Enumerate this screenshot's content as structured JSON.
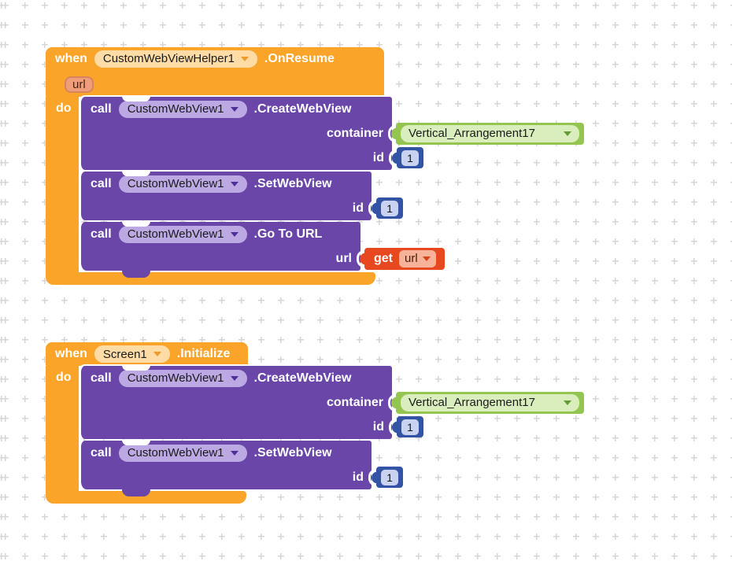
{
  "workspace": {
    "background": "#ffffff",
    "grid_color": "#d6d6d6"
  },
  "colors": {
    "event_block": "#faa42a",
    "method_block": "#6a46a8",
    "component_block": "#94c550",
    "number_block": "#3353a4",
    "getter_block": "#e84820"
  },
  "stacks": [
    {
      "when": "when",
      "component": "CustomWebViewHelper1",
      "event": ".OnResume",
      "param": "url",
      "do": "do",
      "calls": [
        {
          "call": "call",
          "component": "CustomWebView1",
          "method": ".CreateWebView",
          "args": [
            {
              "label": "container",
              "component": "Vertical_Arrangement17"
            },
            {
              "label": "id",
              "number": "1"
            }
          ]
        },
        {
          "call": "call",
          "component": "CustomWebView1",
          "method": ".SetWebView",
          "args": [
            {
              "label": "id",
              "number": "1"
            }
          ]
        },
        {
          "call": "call",
          "component": "CustomWebView1",
          "method": ".Go To URL",
          "args": [
            {
              "label": "url",
              "get": "get",
              "variable": "url"
            }
          ]
        }
      ]
    },
    {
      "when": "when",
      "component": "Screen1",
      "event": ".Initialize",
      "do": "do",
      "calls": [
        {
          "call": "call",
          "component": "CustomWebView1",
          "method": ".CreateWebView",
          "args": [
            {
              "label": "container",
              "component": "Vertical_Arrangement17"
            },
            {
              "label": "id",
              "number": "1"
            }
          ]
        },
        {
          "call": "call",
          "component": "CustomWebView1",
          "method": ".SetWebView",
          "args": [
            {
              "label": "id",
              "number": "1"
            }
          ]
        }
      ]
    }
  ]
}
